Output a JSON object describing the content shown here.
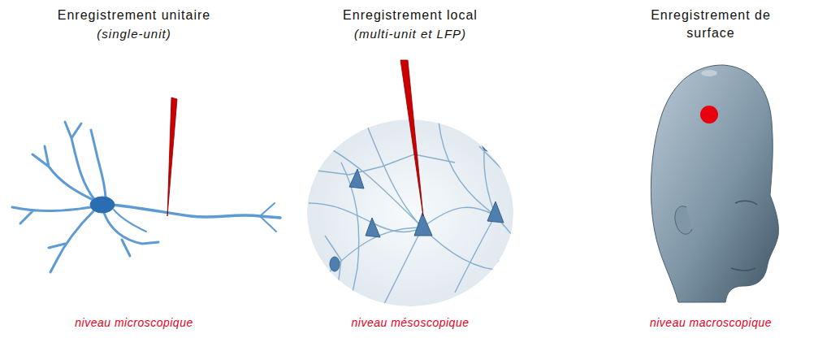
{
  "diagram": {
    "labels": [
      "Enregistrement unitaire",
      "(single-unit)",
      "Enregistrement local",
      "(multi-unit et LFP)",
      "Enregistrement de surface",
      "niveau microscopique",
      "niveau mésoscopique",
      "niveau macroscopique"
    ]
  }
}
